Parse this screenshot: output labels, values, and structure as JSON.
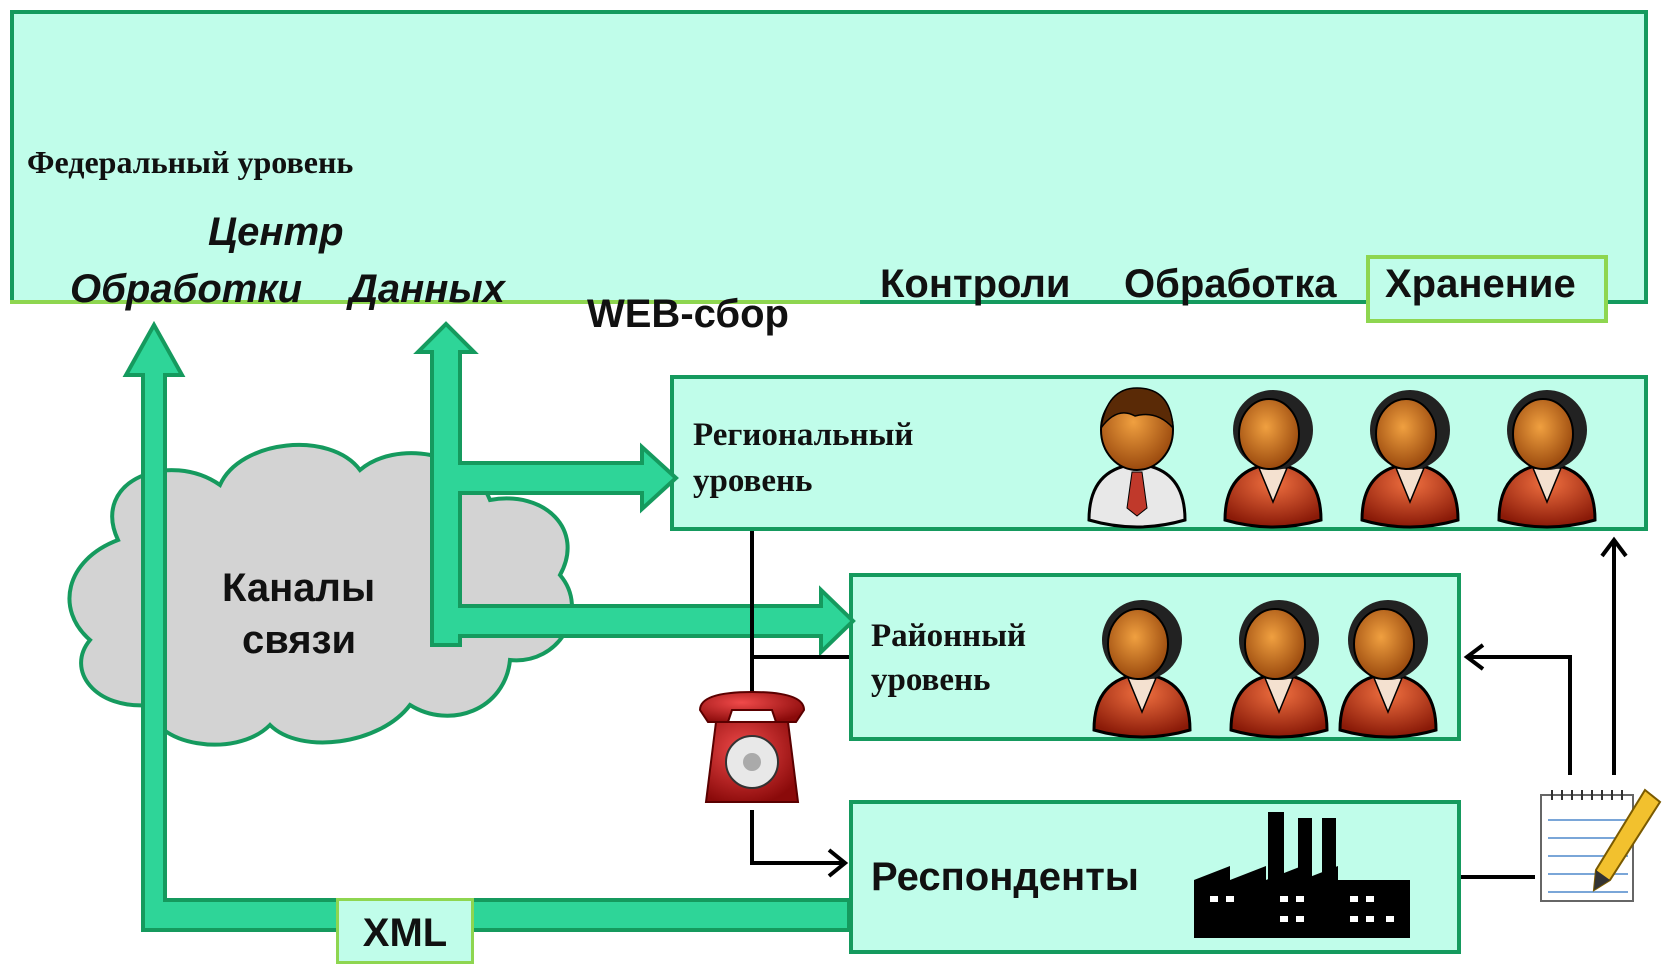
{
  "federal": {
    "title": "Федеральный уровень",
    "center_line1": "Центр",
    "center_line2a": "Обработки",
    "center_line2b": "Данных",
    "web": "WEB-сбор",
    "control": "Контроли",
    "processing": "Обработка",
    "storage": "Хранение"
  },
  "regional": {
    "line1": "Региональный",
    "line2": "уровень"
  },
  "district": {
    "line1": "Районный",
    "line2": "уровень"
  },
  "respondents": {
    "label": "Респонденты"
  },
  "cloud": {
    "line1": "Каналы",
    "line2": "связи"
  },
  "xml": {
    "label": "XML"
  },
  "colors": {
    "fill": "#c0fdea",
    "border": "#159a5e",
    "arrow": "#2ed598",
    "accent": "#8ed650"
  },
  "icons": [
    "person-manager-icon",
    "person-icon",
    "telephone-icon",
    "factory-icon",
    "notepad-pencil-icon",
    "cloud-icon"
  ]
}
